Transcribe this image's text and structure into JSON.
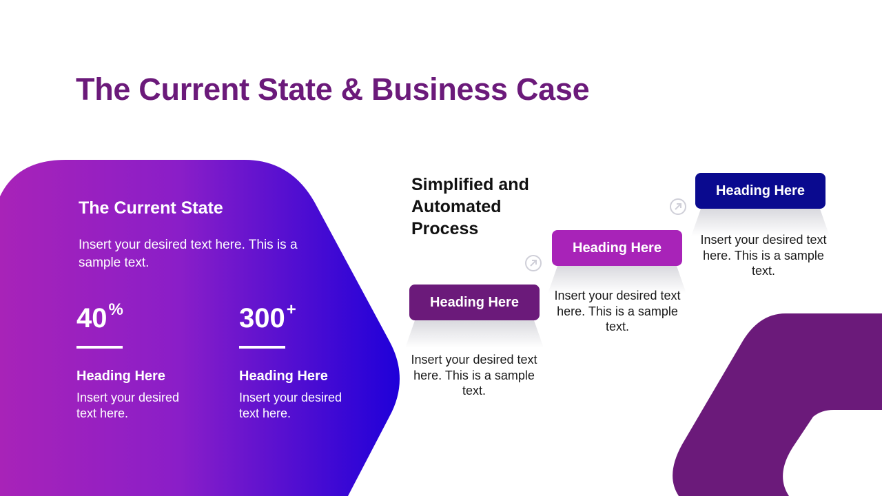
{
  "title": "The Current State & Business Case",
  "current_state": {
    "title": "The Current State",
    "text": "Insert your desired text here. This is a sample text.",
    "stats": [
      {
        "value": "40",
        "suffix": "%",
        "heading": "Heading Here",
        "text": "Insert your desired text here."
      },
      {
        "value": "300",
        "suffix": "+",
        "heading": "Heading Here",
        "text": "Insert your desired text here."
      }
    ]
  },
  "process": {
    "title": "Simplified and Automated Process",
    "steps": [
      {
        "heading": "Heading Here",
        "text": "Insert your desired text here. This is a sample text."
      },
      {
        "heading": "Heading Here",
        "text": "Insert your desired text here. This is a sample text."
      },
      {
        "heading": "Heading Here",
        "text": "Insert your desired text here. This is a sample text."
      }
    ]
  },
  "colors": {
    "title": "#6b1a7a",
    "gradient_start": "#a823b8",
    "gradient_end": "#1f00d9",
    "step_1": "#6b1a7a",
    "step_2": "#a823b8",
    "step_3": "#0a0a8f",
    "corner_shape": "#6b1a7a"
  },
  "icons": [
    "arrow-up-right-icon"
  ]
}
